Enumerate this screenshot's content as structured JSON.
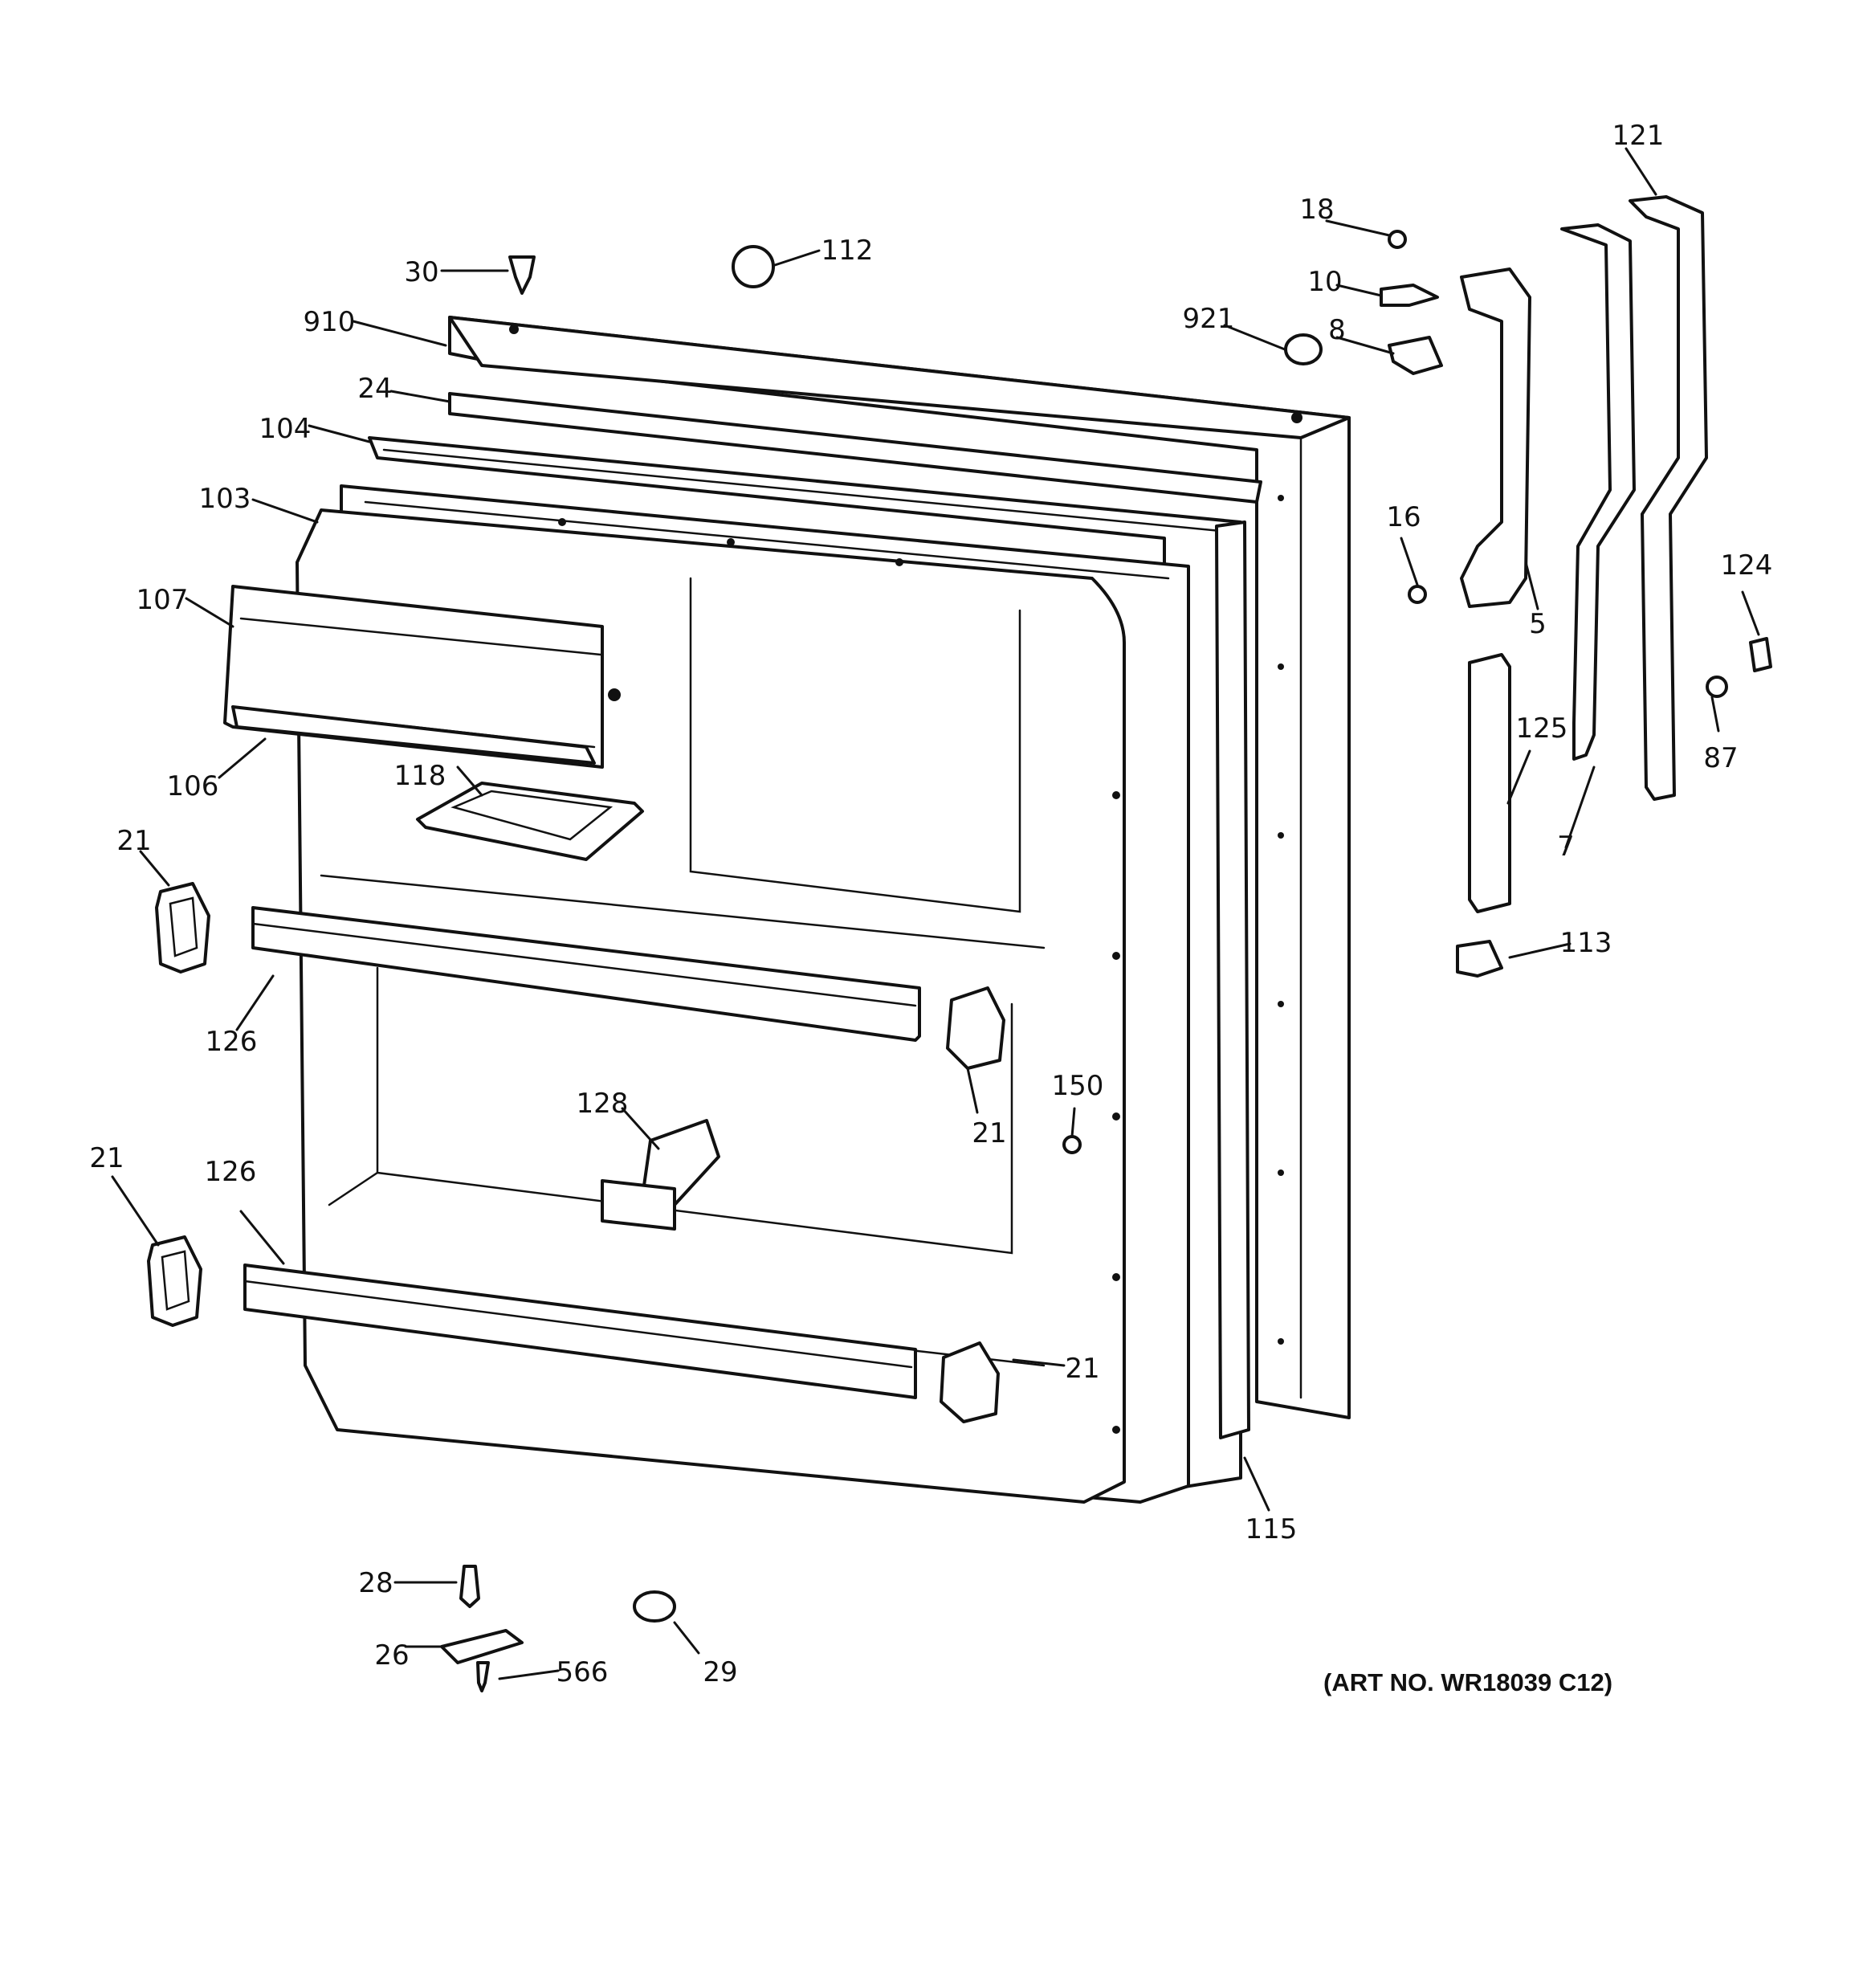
{
  "art_number": "(ART NO. WR18039 C12)",
  "callouts": {
    "c121": "121",
    "c18": "18",
    "c10": "10",
    "c8": "8",
    "c921": "921",
    "c112": "112",
    "c30": "30",
    "c910": "910",
    "c24": "24",
    "c104": "104",
    "c103": "103",
    "c107": "107",
    "c106": "106",
    "c118": "118",
    "c21a": "21",
    "c21b": "21",
    "c21c": "21",
    "c21d": "21",
    "c126a": "126",
    "c126b": "126",
    "c128": "128",
    "c150": "150",
    "c16": "16",
    "c5": "5",
    "c125": "125",
    "c7": "7",
    "c124": "124",
    "c87": "87",
    "c113": "113",
    "c115": "115",
    "c28": "28",
    "c26": "26",
    "c566": "566",
    "c29": "29"
  }
}
